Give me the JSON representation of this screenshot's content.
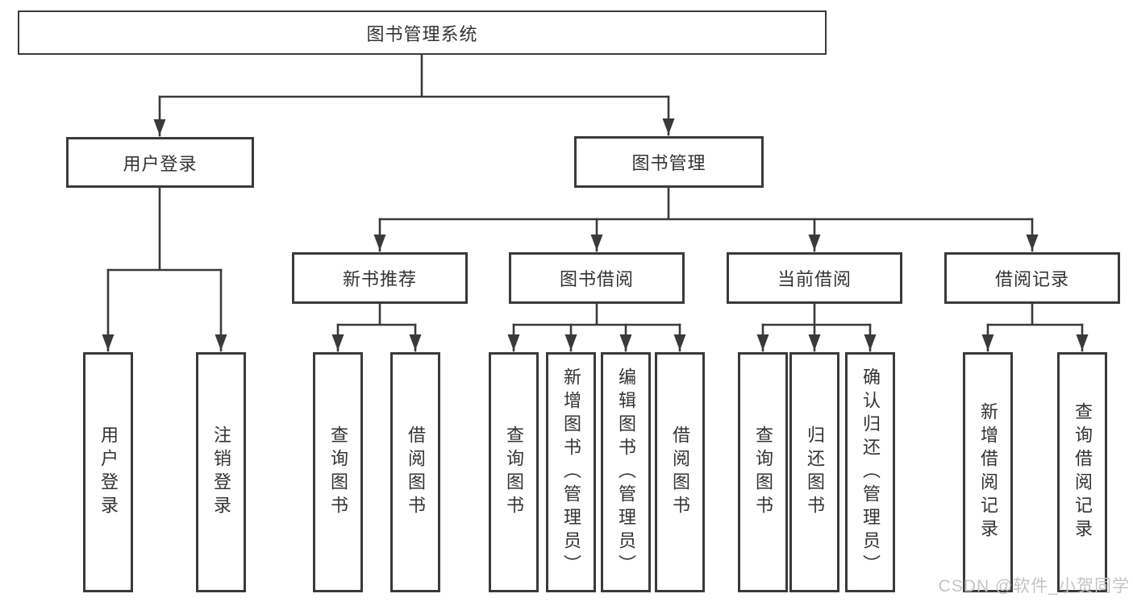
{
  "root": {
    "label": "图书管理系统"
  },
  "branches": [
    {
      "label": "用户登录",
      "leaves": [
        "用户登录",
        "注销登录"
      ]
    },
    {
      "label": "图书管理",
      "groups": [
        {
          "label": "新书推荐",
          "leaves": [
            "查询图书",
            "借阅图书"
          ]
        },
        {
          "label": "图书借阅",
          "leaves": [
            "查询图书",
            "新增图书（管理员）",
            "编辑图书（管理员）",
            "借阅图书"
          ]
        },
        {
          "label": "当前借阅",
          "leaves": [
            "查询图书",
            "归还图书",
            "确认归还（管理员）"
          ]
        },
        {
          "label": "借阅记录",
          "leaves": [
            "新增借阅记录",
            "查询借阅记录"
          ]
        }
      ]
    }
  ],
  "watermark": {
    "label": "CSDN @软件_小贺同学"
  },
  "colors": {
    "line": "#3a3a3a",
    "border": "#3a3a3a",
    "text": "#333333",
    "watermark": "#c4c4c4",
    "background": "#ffffff"
  }
}
